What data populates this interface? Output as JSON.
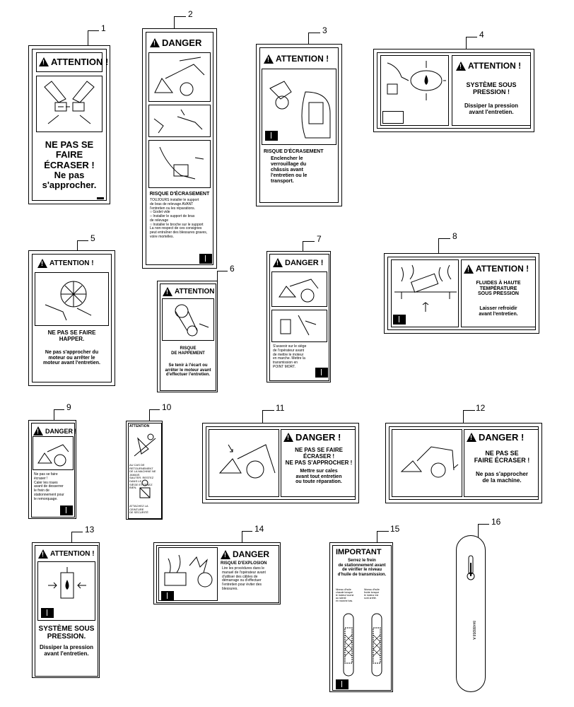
{
  "callouts": [
    "1",
    "2",
    "3",
    "4",
    "5",
    "6",
    "7",
    "8",
    "9",
    "10",
    "11",
    "12",
    "13",
    "14",
    "15",
    "16"
  ],
  "decals": {
    "d1": {
      "header": "ATTENTION !",
      "body": "NE PAS SE\nFAIRE\nÉCRASER !\nNe pas\ns'approcher."
    },
    "d2": {
      "header": "DANGER",
      "subheader": "RISQUE D'ÉCRASEMENT",
      "body": "TOUJOURS installer le support\nde bras de relevage AVANT\nl'entretien ou les réparations.\n○ Godet vide\n○ Installer le support de bras\n   de relevage\n○ Installer le broche sur le support\n   La non-respect de ces consignes\n   peut entraîner des blessures graves,\n   voire mortelles."
    },
    "d3": {
      "header": "ATTENTION !",
      "subheader": "RISQUE D'ÉCRASEMENT",
      "body": "Enclencher le\nverrouillage du\nchâssis avant\nl'entretien ou le\ntransport."
    },
    "d4": {
      "header": "ATTENTION !",
      "body": "SYSTÈME SOUS\nPRESSION !",
      "body2": "Dissiper la pression\navant l'entretien."
    },
    "d5": {
      "header": "ATTENTION !",
      "body": "NE PAS SE FAIRE\nHAPPER.",
      "body2": "Ne pas s'approcher du\nmoteur ou arrêter le\nmoteur avant l'entretien."
    },
    "d6": {
      "header": "ATTENTION",
      "subheader": "RISQUE\nDE HAPPEMENT",
      "body": "Se tenir à l'écart ou\narrêter le moteur avant\nd'effectuer l'entretien."
    },
    "d7": {
      "header": "DANGER !",
      "body": "S'asseoir sur le siège\nde l'opérateur avant\nde mettre le moteur\nen marche. Mettre la\ntransmission en\nPOINT MORT."
    },
    "d8": {
      "header": "ATTENTION !",
      "body": "FLUIDES À HAUTE\nTEMPÉRATURE\nSOUS PRESSION",
      "body2": "Laisser refroidir\navant l'entretien."
    },
    "d9": {
      "header": "DANGER !",
      "body": "Ne pas se faire\nécraser !\nCaler les roues\navant de desserrer\nle frein de\nstationnement pour\nle remorquage."
    },
    "d10": {
      "header": "ATTENTION",
      "body": "AU CAS DE RETOURNEMENT\nDE LA MACHINE NE JAMAIS\nSAUTER. RESTEZ DANS LE\nSIÈGE ET TENEZ BIEN.",
      "body2": "ATTACHEZ LA CEINTURE\nDE SÉCURITÉ"
    },
    "d11": {
      "header": "DANGER !",
      "body": "NE PAS SE FAIRE\nÉCRASER !\nNE PAS S'APPROCHER !",
      "body2": "Mettre sur cales\navant tout entretien\nou toute réparation."
    },
    "d12": {
      "header": "DANGER !",
      "body": "NE PAS SE\nFAIRE ÉCRASER !",
      "body2": "Ne pas s'approcher\nde la machine."
    },
    "d13": {
      "header": "ATTENTION !",
      "body": "SYSTÈME SOUS\nPRESSION.",
      "body2": "Dissiper la pression\navant l'entretien."
    },
    "d14": {
      "header": "DANGER",
      "subheader": "RISQUE D'EXPLOSION",
      "body": "Lire les procédures dans le\nmanuel de l'opérateur avant\nd'utiliser des câbles de\ndémarrage ou d'effectuer\nl'entretien pour éviter des\nblessures."
    },
    "d15": {
      "header": "IMPORTANT",
      "body": "Serrez le frein\nde stationnement avant\nde vérifier le niveau\nd'huile de transmission.",
      "col1": "Niveau d'huile\nchaude lorsque\nle moteur tourne\nau ralenti\nen marche bas.",
      "col2": "Niveau d'huile\nfroide lorsque\nle moteur est\nsont arrêté."
    },
    "d16": {
      "text": "84488958 A"
    }
  }
}
